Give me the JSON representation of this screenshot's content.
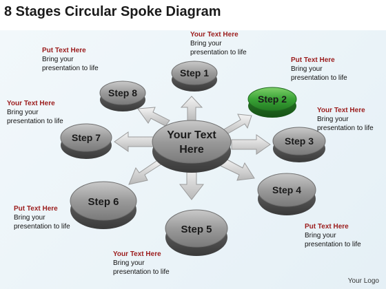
{
  "title": "8 Stages Circular Spoke Diagram",
  "center": {
    "line1": "Your Text",
    "line2": "Here"
  },
  "steps": [
    "Step 1",
    "Step 2",
    "Step 3",
    "Step 4",
    "Step 5",
    "Step 6",
    "Step 7",
    "Step 8"
  ],
  "callouts": [
    {
      "heading": "Your Text Here",
      "line1": "Bring your",
      "line2": "presentation to life"
    },
    {
      "heading": "Put Text Here",
      "line1": "Bring your",
      "line2": "presentation to life"
    },
    {
      "heading": "Your Text Here",
      "line1": "Bring your",
      "line2": "presentation to life"
    },
    {
      "heading": "Put Text Here",
      "line1": "Bring your",
      "line2": "presentation to life"
    },
    {
      "heading": "Your Text Here",
      "line1": "Bring your",
      "line2": "presentation to life"
    },
    {
      "heading": "Put Text Here",
      "line1": "Bring your",
      "line2": "presentation to life"
    },
    {
      "heading": "Your Text Here",
      "line1": "Bring your",
      "line2": "presentation to life"
    },
    {
      "heading": "Put Text Here",
      "line1": "Bring your",
      "line2": "presentation to life"
    }
  ],
  "logo": "Your Logo",
  "colors": {
    "disc": "#8e8e8e",
    "highlight": "#2e9a2e",
    "callout_heading": "#9b1c1c"
  }
}
